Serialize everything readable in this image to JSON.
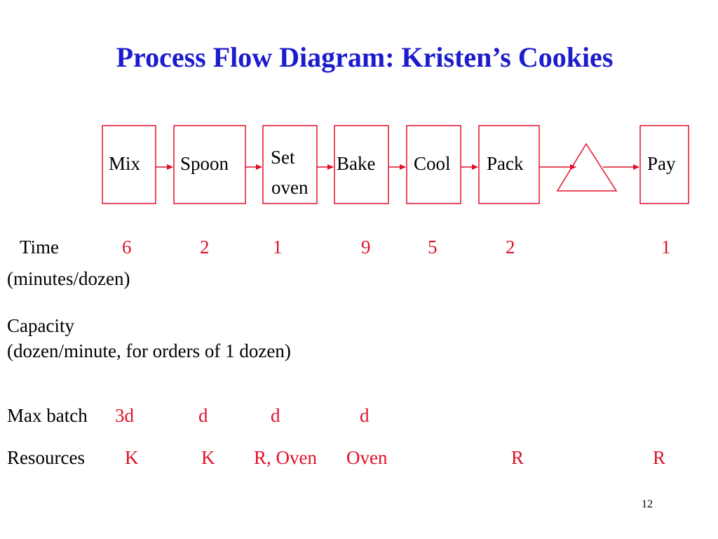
{
  "title": "Process Flow Diagram: Kristen’s Cookies",
  "steps": [
    {
      "label": "Mix"
    },
    {
      "label": "Spoon"
    },
    {
      "label_line1": "Set",
      "label_line2": "oven"
    },
    {
      "label": "Bake"
    },
    {
      "label": "Cool"
    },
    {
      "label": "Pack"
    },
    {
      "label": "Pay"
    }
  ],
  "time": {
    "label": "Time",
    "unit": "(minutes/dozen)",
    "values": [
      "6",
      "2",
      "1",
      "9",
      "5",
      "2",
      "1"
    ]
  },
  "capacity": {
    "label": "Capacity",
    "unit": "(dozen/minute, for orders of 1 dozen)"
  },
  "max_batch": {
    "label": "Max batch",
    "values": [
      "3d",
      "d",
      "d",
      "d"
    ]
  },
  "resources": {
    "label": "Resources",
    "values": [
      "K",
      "K",
      "R, Oven",
      "Oven",
      "R",
      "R"
    ]
  },
  "page_number": "12",
  "colors": {
    "title": "#1c1ccc",
    "accent": "#e0102a",
    "text": "#000000"
  }
}
